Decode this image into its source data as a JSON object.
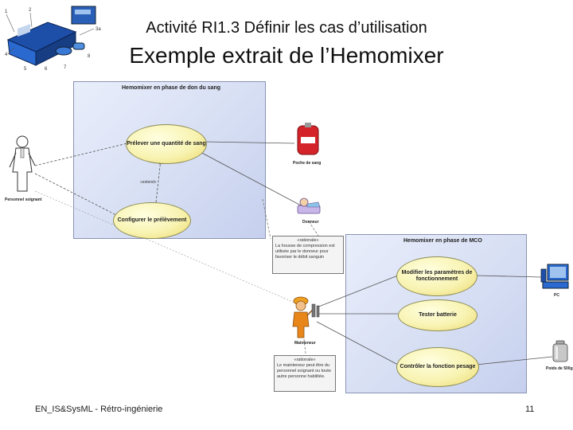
{
  "header": {
    "title_line1": "Activité RI1.3 Définir les cas d’utilisation",
    "title_line2": "Exemple extrait de l’Hemomixer"
  },
  "footer": {
    "left": "EN_IS&SysML - Rétro-ingénierie",
    "page_number": "11"
  },
  "diagram": {
    "system1": {
      "title": "Hemomixer en phase de don du sang",
      "use_cases": [
        "Prélever une quantité de sang",
        "Configurer le prélèvement"
      ],
      "extend_label": "«extend»"
    },
    "system2": {
      "title": "Hemomixer en phase de MCO",
      "use_cases": [
        "Modifier les paramètres de fonctionnement",
        "Tester batterie",
        "Contrôler la fonction pesage"
      ]
    },
    "actors": {
      "personnel_soignant": "Personnel soignant",
      "poche_de_sang": "Poche de sang",
      "donneur": "Donneur",
      "mainteneur": "Mainteneur",
      "pc": "PC",
      "poids": "Poids de 500g"
    },
    "notes": {
      "note1": {
        "stereotype": "«rationale»",
        "text": "La housse de compression est utilisée par le donneur pour favoriser le débit sanguin"
      },
      "note2": {
        "stereotype": "«rationale»",
        "text": "Le mainteneur peut être du personnel soignant ou toute autre personne habilitée."
      }
    }
  },
  "colors": {
    "system_fill": "#d5ddf3",
    "usecase_fill": "#f8f3b2",
    "mainteneur": "#e8861a",
    "poche": "#d4242a"
  }
}
